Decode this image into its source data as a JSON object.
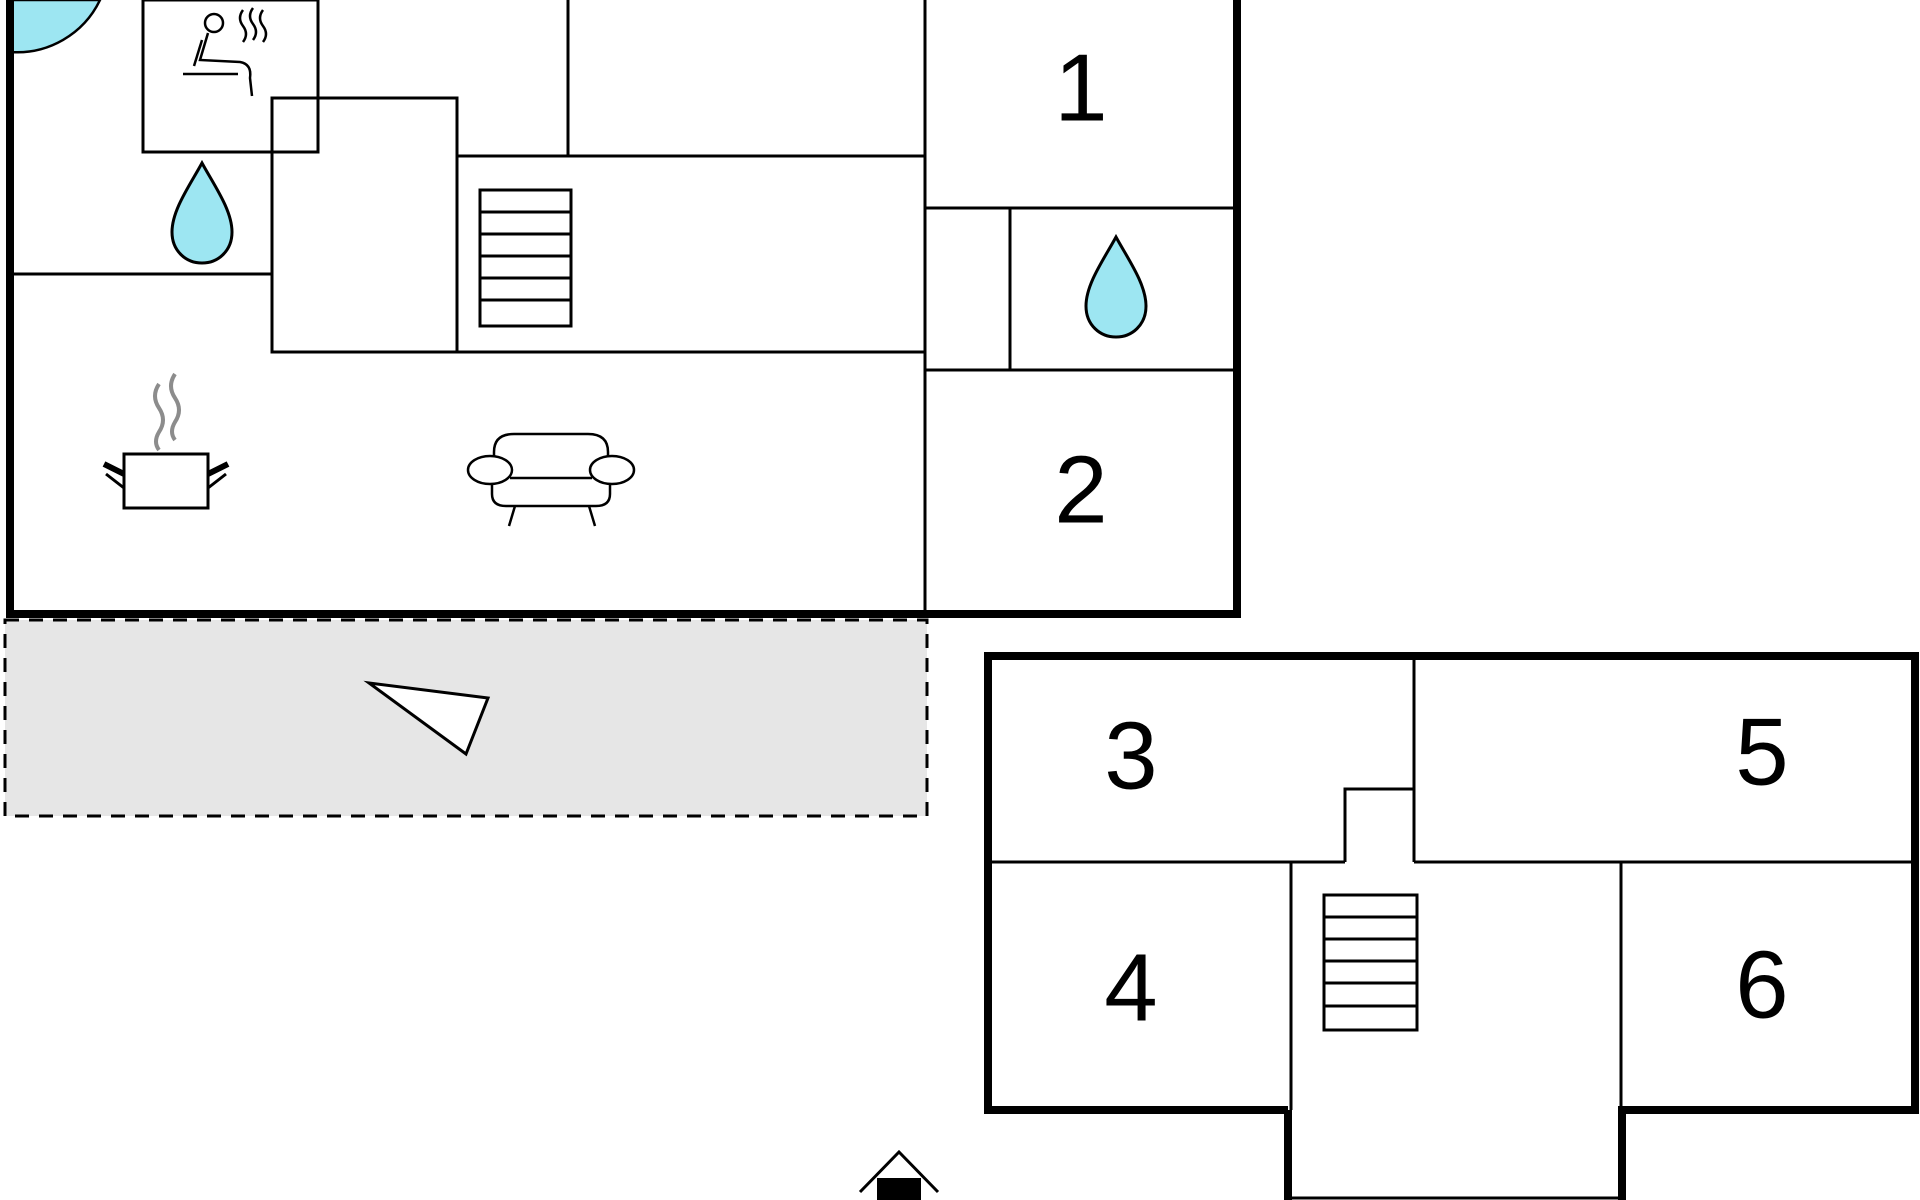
{
  "floor_plan": {
    "room_numbers": [
      "1",
      "2",
      "3",
      "4",
      "5",
      "6"
    ],
    "icons": [
      "pool-icon",
      "sauna-icon",
      "shower-icon",
      "shower-icon",
      "staircase-icon",
      "staircase-icon",
      "kitchen-icon",
      "sofa-icon",
      "terrace-arrow-icon",
      "entrance-icon"
    ],
    "colors": {
      "water": "#9DE6F2",
      "terrace": "#E6E6E6",
      "wall": "#000000",
      "smoke": "#8C8C8C"
    }
  }
}
